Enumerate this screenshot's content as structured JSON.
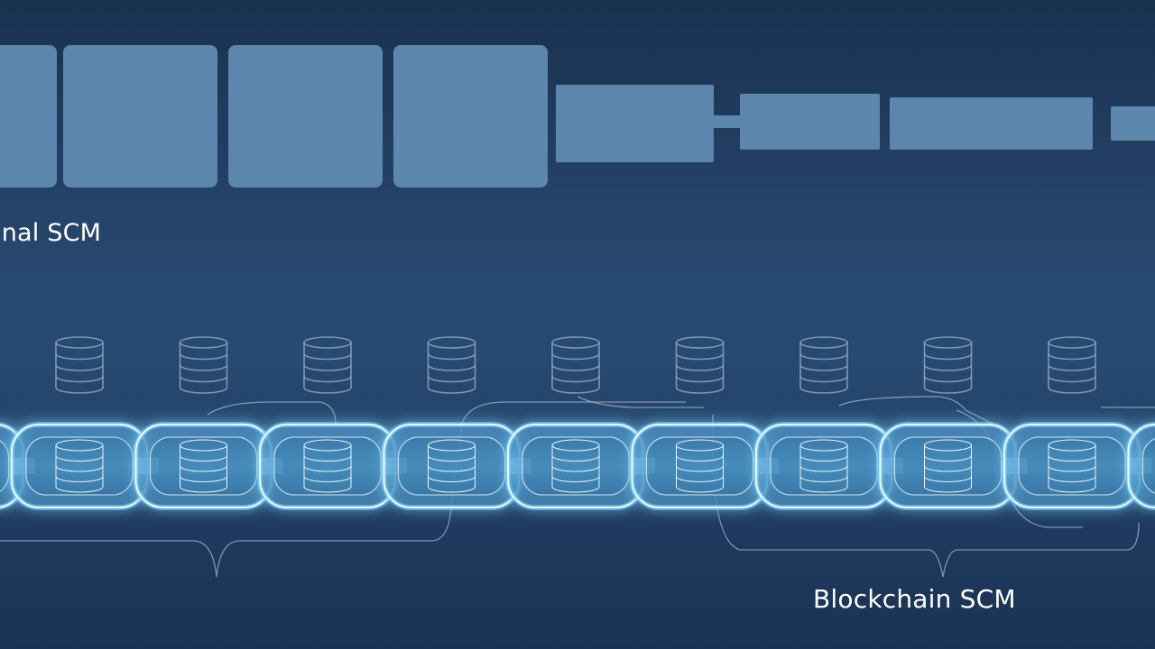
{
  "labels": {
    "traditional": "onal SCM",
    "blockchain": "Blockchain SCM"
  },
  "traditional_scm": {
    "block_count": 8
  },
  "blockchain_scm": {
    "database_icon_count": 9,
    "chain_link_count": 9
  },
  "colors": {
    "background": "#1d3557",
    "traditional_block": "#5d86ad",
    "chain_glow": "#7fd4ff",
    "chain_outline": "#e8f7ff",
    "icon_stroke": "#8fa3bd"
  }
}
